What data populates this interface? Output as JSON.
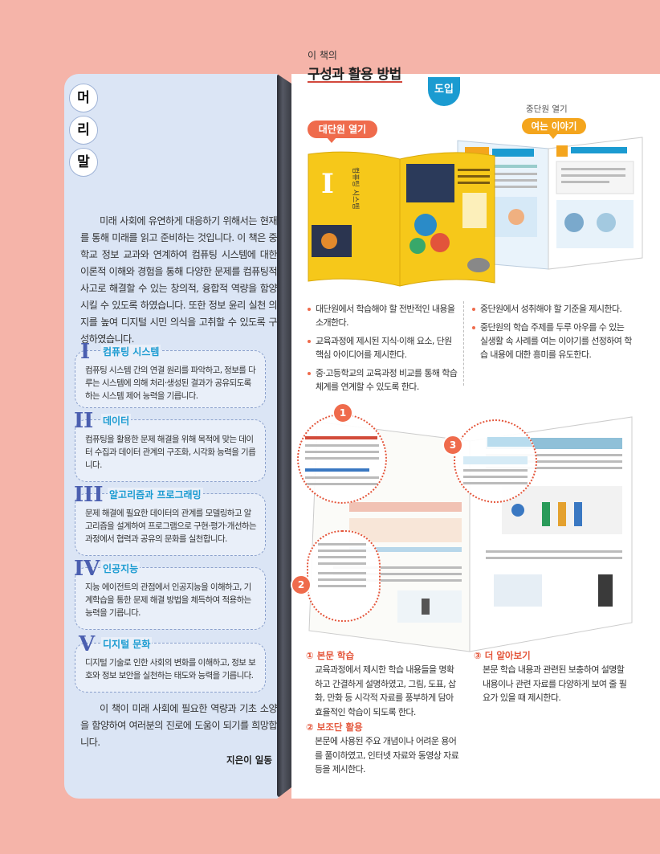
{
  "header": {
    "small": "이 책의",
    "title": "구성과 활용 방법",
    "badge": "도입"
  },
  "left": {
    "heading_chars": [
      "머",
      "리",
      "말"
    ],
    "preface": "미래 사회에 유연하게 대응하기 위해서는 현재를 통해 미래를 읽고 준비하는 것입니다. 이 책은 중학교 정보 교과와 연계하여 컴퓨팅 시스템에 대한 이론적 이해와 경험을 통해 다양한 문제를 컴퓨팅적 사고로 해결할 수 있는 창의적, 융합적 역량을 함양시킬 수 있도록 하였습니다. 또한 정보 윤리 실천 의지를 높여 디지털 시민 의식을 고취할 수 있도록 구성하였습니다.",
    "units": [
      {
        "roman": "I",
        "title": "컴퓨팅 시스템",
        "desc": "컴퓨팅 시스템 간의 연결 원리를 파악하고, 정보를 다루는 시스템에 의해 처리·생성된 결과가 공유되도록 하는 시스템 제어 능력을 기릅니다."
      },
      {
        "roman": "II",
        "title": "데이터",
        "desc": "컴퓨팅을 활용한 문제 해결을 위해 목적에 맞는 데이터 수집과 데이터 관계의 구조화, 시각화 능력을 기릅니다."
      },
      {
        "roman": "III",
        "title": "알고리즘과 프로그래밍",
        "desc": "문제 해결에 필요한 데이터의 관계를 모델링하고 알고리즘을 설계하여 프로그램으로 구현·평가·개선하는 과정에서 협력과 공유의 문화를 실천합니다."
      },
      {
        "roman": "IV",
        "title": "인공지능",
        "desc": "지능 에이전트의 관점에서 인공지능을 이해하고, 기계학습을 통한 문제 해결 방법을 체득하여 적용하는 능력을 기릅니다."
      },
      {
        "roman": "V",
        "title": "디지털 문화",
        "desc": "디지털 기술로 인한 사회의 변화를 이해하고, 정보 보호와 정보 보안을 실천하는 태도와 능력을 기릅니다."
      }
    ],
    "closing": "이 책이 미래 사회에 필요한 역량과 기초 소양을 함양하여 여러분의 진로에 도움이 되기를 희망합니다.",
    "author": "지은이 일동"
  },
  "intro": {
    "tag_major": "대단원 열기",
    "sub_label": "중단원 열기",
    "tag_mid": "여는 이야기",
    "book_spine_text": "컴퓨팅 시스템",
    "book_roman": "I",
    "major_bullets": [
      "대단원에서 학습해야 할 전반적인 내용을 소개한다.",
      "교육과정에 제시된 지식·이해 요소, 단원 핵심 아이디어를 제시한다.",
      "중·고등학교의 교육과정 비교를 통해 학습 체계를 연계할 수 있도록 한다."
    ],
    "mid_bullets": [
      "중단원에서 성취해야 할 기준을 제시한다.",
      "중단원의 학습 주제를 두루 아우를 수 있는 실생활 속 사례를 여는 이야기를 선정하여 학습 내용에 대한 흥미를 유도한다."
    ]
  },
  "callouts": {
    "n1": "1",
    "n2": "2",
    "n3": "3"
  },
  "sections": [
    {
      "title": "① 본문 학습",
      "desc": "교육과정에서 제시한 학습 내용들을 명확하고 간결하게 설명하였고, 그림, 도표, 삽화, 만화 등 시각적 자료를 풍부하게 담아 효율적인 학습이 되도록 한다."
    },
    {
      "title": "② 보조단 활용",
      "desc": "본문에 사용된 주요 개념이나 어려운 용어를 풀이하였고, 인터넷 자료와 동영상 자료 등을 제시한다."
    },
    {
      "title": "③ 더 알아보기",
      "desc": "본문 학습 내용과 관련된 보충하여 설명할 내용이나 관련 자료를 다양하게 보여 줄 필요가 있을 때 제시한다."
    }
  ],
  "colors": {
    "accent_red": "#ef6b4c",
    "accent_blue": "#1b9bd1",
    "accent_orange": "#f4a51d",
    "bg": "#f5b4a9",
    "panel": "#dbe5f5"
  }
}
